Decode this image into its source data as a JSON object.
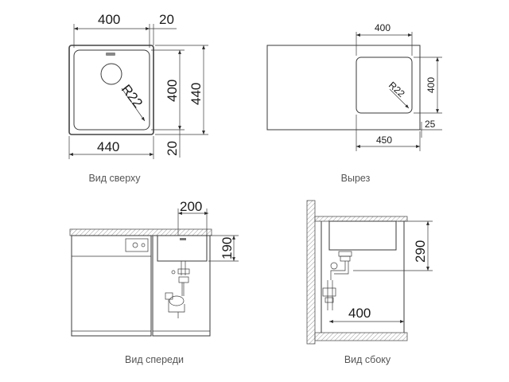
{
  "top_view": {
    "caption": "Вид сверху",
    "width_inner": "400",
    "rim_right": "20",
    "height_inner": "400",
    "height_outer": "440",
    "width_outer": "440",
    "rim_bottom": "20",
    "radius": "R22"
  },
  "cutout": {
    "caption": "Вырез",
    "width": "400",
    "height": "400",
    "radius": "R22",
    "offset": "25",
    "depth": "450"
  },
  "front_view": {
    "caption": "Вид спереди",
    "bowl_width": "200",
    "bowl_depth": "190"
  },
  "side_view": {
    "caption": "Вид сбоку",
    "bowl_depth": "290",
    "distance": "400"
  }
}
